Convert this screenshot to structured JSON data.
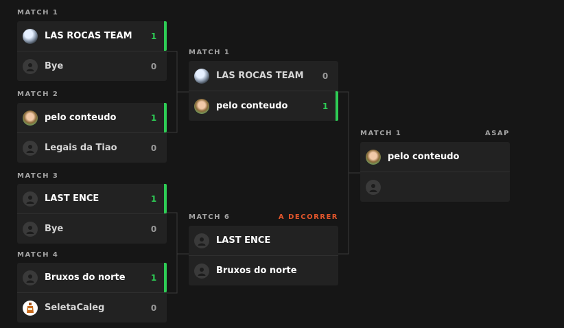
{
  "rounds": [
    {
      "matches": [
        {
          "label": "MATCH 1",
          "teams": [
            {
              "name": "LAS ROCAS TEAM",
              "score": "1",
              "winner": true,
              "avatar": "photo"
            },
            {
              "name": "Bye",
              "score": "0",
              "winner": false,
              "avatar": "default"
            }
          ]
        },
        {
          "label": "MATCH 2",
          "teams": [
            {
              "name": "pelo conteudo",
              "score": "1",
              "winner": true,
              "avatar": "girl"
            },
            {
              "name": "Legais da Tiao",
              "score": "0",
              "winner": false,
              "avatar": "default"
            }
          ]
        },
        {
          "label": "MATCH 3",
          "teams": [
            {
              "name": "LAST ENCE",
              "score": "1",
              "winner": true,
              "avatar": "default"
            },
            {
              "name": "Bye",
              "score": "0",
              "winner": false,
              "avatar": "default"
            }
          ]
        },
        {
          "label": "MATCH 4",
          "teams": [
            {
              "name": "Bruxos do norte",
              "score": "1",
              "winner": true,
              "avatar": "default"
            },
            {
              "name": "SeletaCaleg",
              "score": "0",
              "winner": false,
              "avatar": "logo"
            }
          ]
        }
      ]
    },
    {
      "matches": [
        {
          "label": "MATCH 1",
          "teams": [
            {
              "name": "LAS ROCAS TEAM",
              "score": "0",
              "winner": false,
              "avatar": "photo"
            },
            {
              "name": "pelo conteudo",
              "score": "1",
              "winner": true,
              "avatar": "girl"
            }
          ]
        },
        {
          "label": "MATCH 6",
          "status": "A DECORRER",
          "teams": [
            {
              "name": "LAST ENCE",
              "score": "",
              "winner": false,
              "avatar": "default"
            },
            {
              "name": "Bruxos do norte",
              "score": "",
              "winner": false,
              "avatar": "default"
            }
          ]
        }
      ]
    },
    {
      "matches": [
        {
          "label": "MATCH 1",
          "status": "ASAP",
          "teams": [
            {
              "name": "pelo conteudo",
              "score": "",
              "winner": false,
              "avatar": "girl"
            },
            {
              "name": "",
              "score": "",
              "winner": false,
              "avatar": "default"
            }
          ]
        }
      ]
    }
  ],
  "colors": {
    "win": "#2ecc55",
    "status_live": "#e0552b",
    "status_asap": "#a4a4a4"
  }
}
